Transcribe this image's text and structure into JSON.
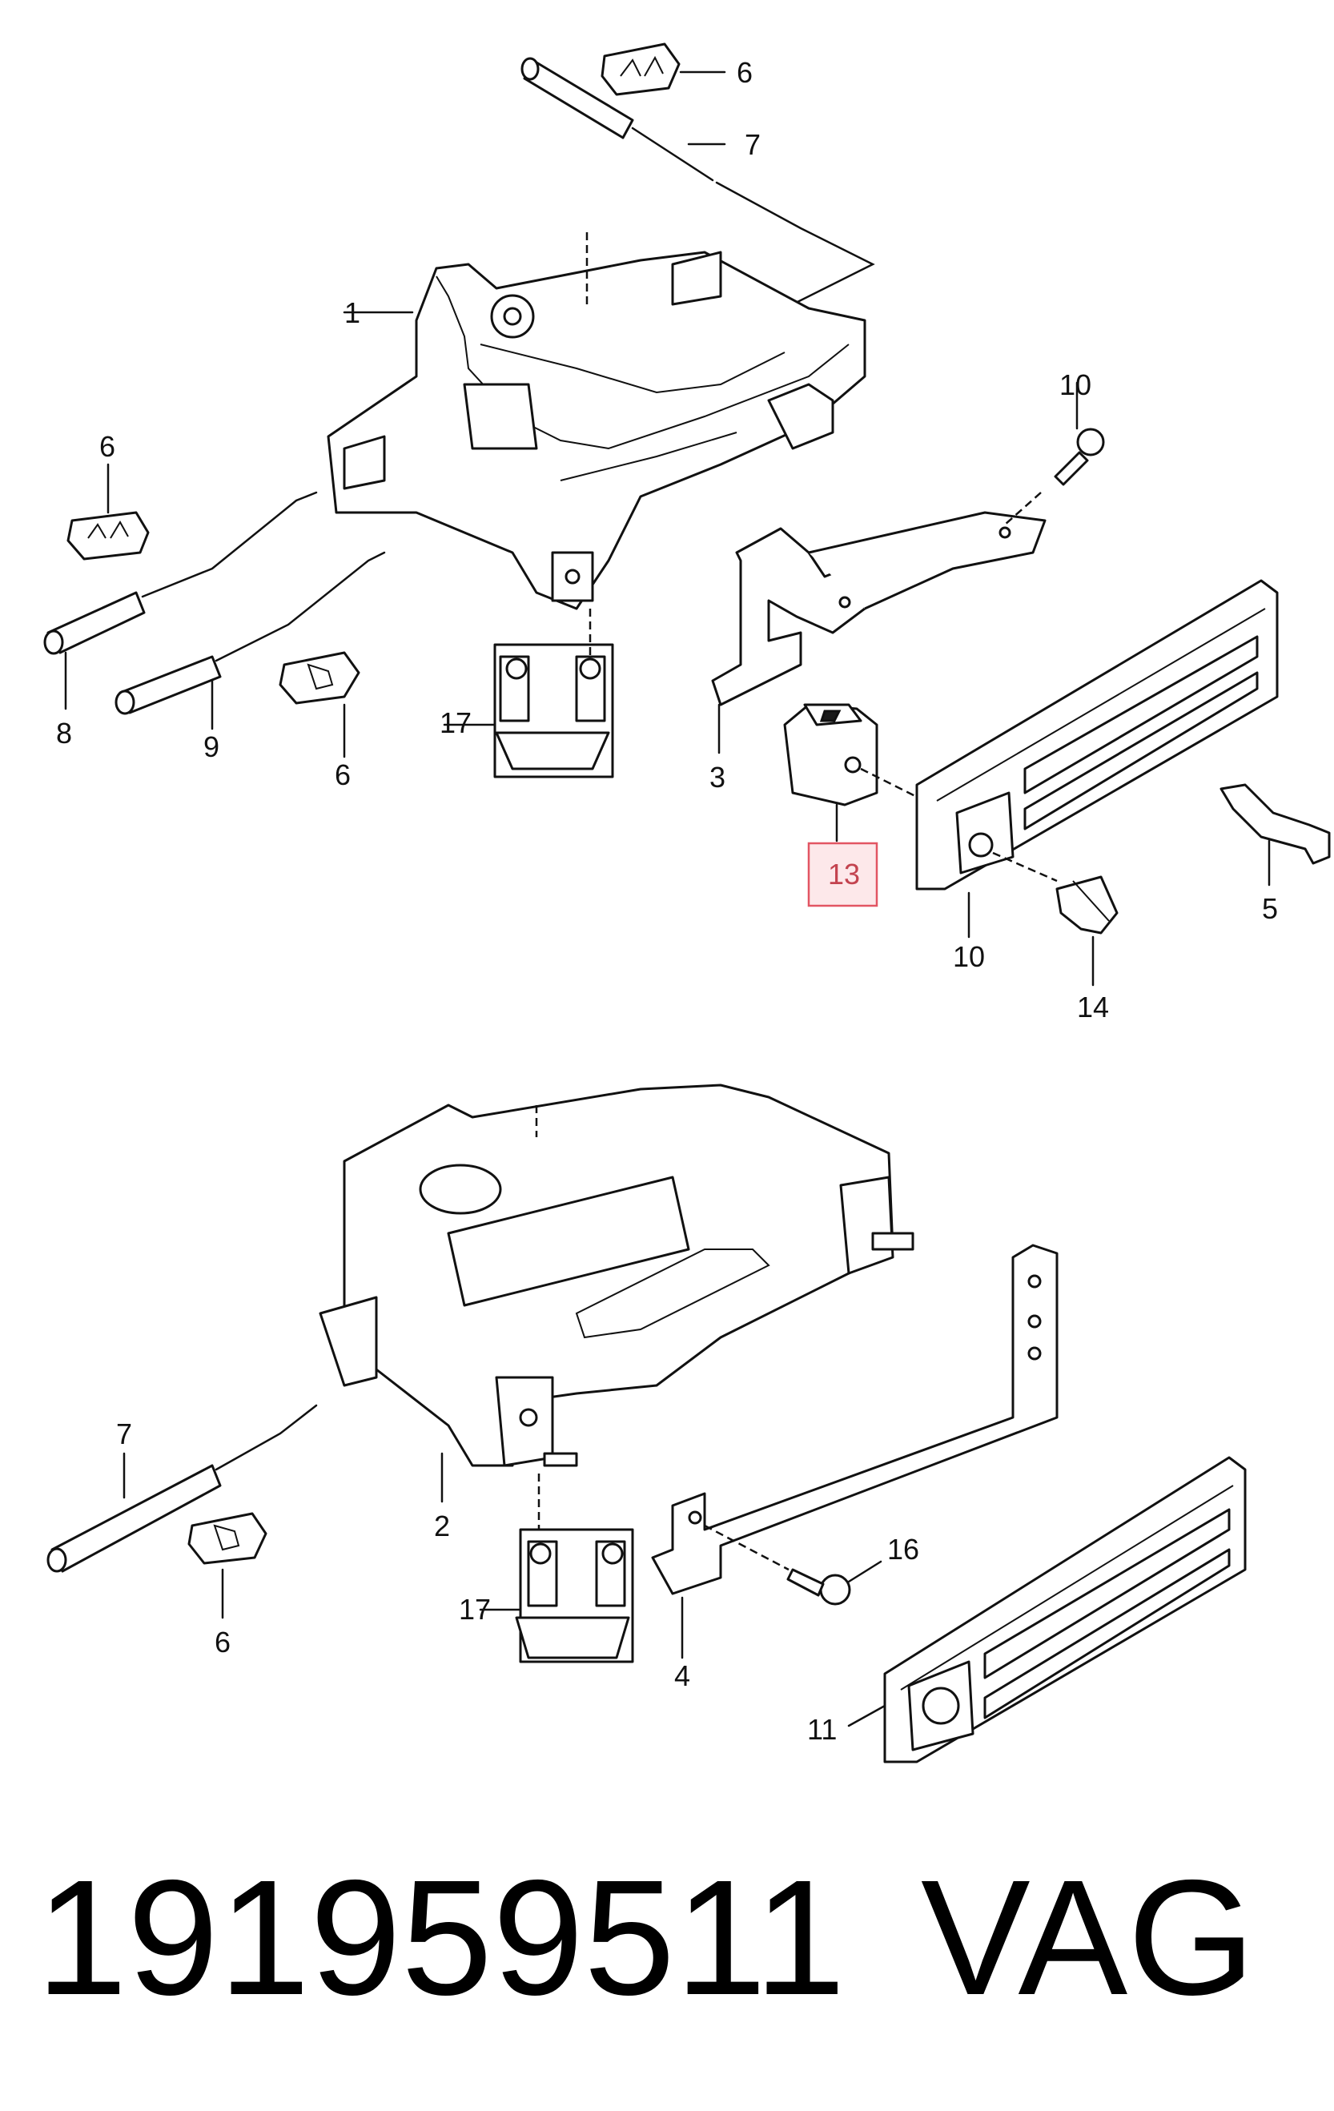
{
  "callouts": {
    "c1": "1",
    "c2": "2",
    "c3": "3",
    "c4": "4",
    "c5": "5",
    "c6a": "6",
    "c6b": "6",
    "c6c": "6",
    "c6d": "6",
    "c7a": "7",
    "c7b": "7",
    "c8": "8",
    "c9": "9",
    "c10a": "10",
    "c10b": "10",
    "c11": "11",
    "c13": "13",
    "c14": "14",
    "c16": "16",
    "c17a": "17",
    "c17b": "17"
  },
  "highlight": {
    "part": "13",
    "box_color": "#e25563",
    "fill_color": "#fde8ea"
  },
  "footer": {
    "part_number": "191959511",
    "brand": "VAG"
  }
}
